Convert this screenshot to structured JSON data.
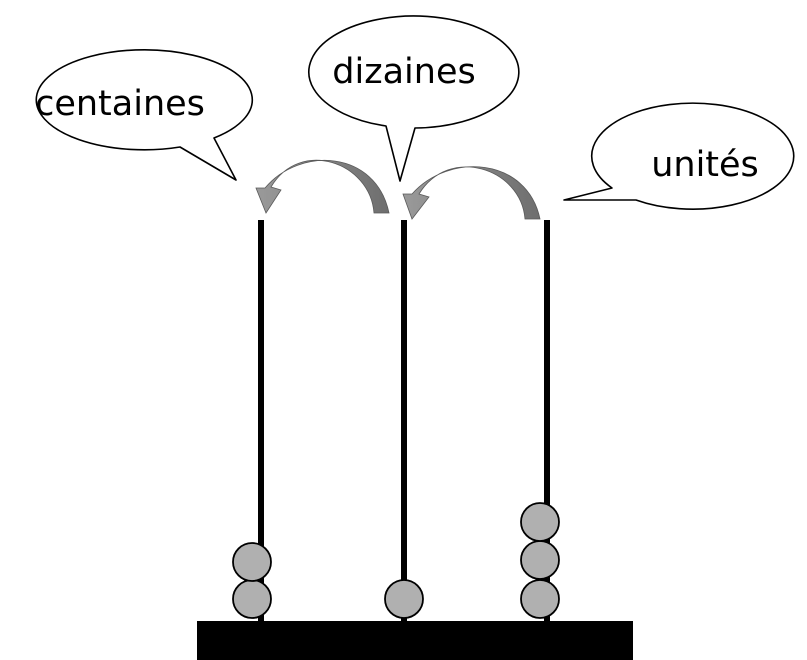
{
  "labels": {
    "hundreds": "centaines",
    "tens": "dizaines",
    "units": "unités"
  },
  "abacus": {
    "columns": [
      {
        "name": "centaines",
        "beads": 2
      },
      {
        "name": "dizaines",
        "beads": 1
      },
      {
        "name": "unités",
        "beads": 3
      }
    ],
    "exchange_arrows": [
      {
        "from": "dizaines",
        "to": "centaines"
      },
      {
        "from": "unités",
        "to": "dizaines"
      }
    ]
  },
  "colors": {
    "bead_fill": "#b0b0b0",
    "arrow_fill": "#8a8a8a",
    "rod": "#000000",
    "base": "#000000",
    "bubble_fill": "#ffffff"
  }
}
